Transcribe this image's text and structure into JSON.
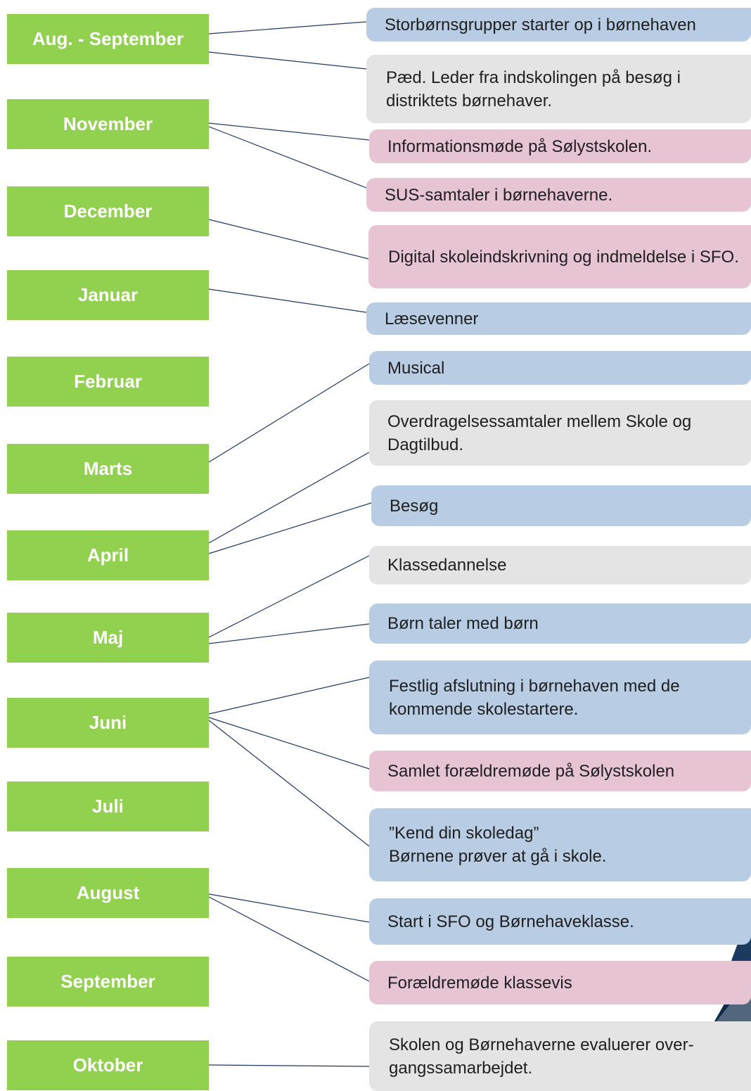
{
  "months": [
    {
      "id": "aug-sep",
      "label": "Aug. - September"
    },
    {
      "id": "november",
      "label": "November"
    },
    {
      "id": "december",
      "label": "December"
    },
    {
      "id": "januar",
      "label": "Januar"
    },
    {
      "id": "februar",
      "label": "Februar"
    },
    {
      "id": "marts",
      "label": "Marts"
    },
    {
      "id": "april",
      "label": "April"
    },
    {
      "id": "maj",
      "label": "Maj"
    },
    {
      "id": "juni",
      "label": "Juni"
    },
    {
      "id": "juli",
      "label": "Juli"
    },
    {
      "id": "august",
      "label": "August"
    },
    {
      "id": "september",
      "label": "September"
    },
    {
      "id": "oktober",
      "label": "Oktober"
    }
  ],
  "events": [
    {
      "id": "storboernsgrupper",
      "text": "Storbørnsgrupper starter op i børnehaven",
      "color": "#b8cce4"
    },
    {
      "id": "paed-leder",
      "text": "Pæd. Leder fra indskolingen på besøg i distriktets børnehaver.",
      "color": "#e4e4e4"
    },
    {
      "id": "informationsmoede",
      "text": "Informationsmøde på Sølystskolen.",
      "color": "#e6c4d3"
    },
    {
      "id": "sus-samtaler",
      "text": "SUS-samtaler i børnehaverne.",
      "color": "#e6c4d3"
    },
    {
      "id": "skoleindskrivning",
      "text": "Digital skoleindskrivning og indmeldelse i SFO.",
      "color": "#e6c4d3"
    },
    {
      "id": "laesevenner",
      "text": "Læsevenner",
      "color": "#b8cce4"
    },
    {
      "id": "musical",
      "text": "Musical",
      "color": "#b8cce4"
    },
    {
      "id": "overdragelse",
      "text": "Overdragelsessamtaler mellem Skole og Dagtilbud.",
      "color": "#e4e4e4"
    },
    {
      "id": "besoeg",
      "text": "Besøg",
      "color": "#b8cce4"
    },
    {
      "id": "klassedannelse",
      "text": "Klassedannelse",
      "color": "#e4e4e4"
    },
    {
      "id": "boern-taler",
      "text": "Børn taler med børn",
      "color": "#b8cce4"
    },
    {
      "id": "festlig-afslutning",
      "text": "Festlig afslutning i børnehaven med de kommende skolestartere.",
      "color": "#b8cce4"
    },
    {
      "id": "samlet-foraeldremoede",
      "text": "Samlet forældremøde på Sølystskolen",
      "color": "#e6c4d3"
    },
    {
      "id": "kend-din-skoledag",
      "text": "”Kend din skoledag”\nBørnene prøver at gå i skole.",
      "color": "#b8cce4"
    },
    {
      "id": "start-sfo",
      "text": "Start i SFO og Børnehaveklasse.",
      "color": "#b8cce4"
    },
    {
      "id": "foraeldremoede-klassevis",
      "text": "Forældremøde klassevis",
      "color": "#e6c4d3"
    },
    {
      "id": "evaluering",
      "text": "Skolen og Børnehaverne evaluerer over-gangssamarbejdet.",
      "color": "#e4e4e4"
    }
  ],
  "links": [
    [
      "aug-sep",
      "storboernsgrupper"
    ],
    [
      "aug-sep",
      "paed-leder"
    ],
    [
      "november",
      "informationsmoede"
    ],
    [
      "november",
      "sus-samtaler"
    ],
    [
      "december",
      "skoleindskrivning"
    ],
    [
      "januar",
      "laesevenner"
    ],
    [
      "marts",
      "musical"
    ],
    [
      "april",
      "overdragelse"
    ],
    [
      "april",
      "besoeg"
    ],
    [
      "maj",
      "klassedannelse"
    ],
    [
      "maj",
      "boern-taler"
    ],
    [
      "juni",
      "festlig-afslutning"
    ],
    [
      "juni",
      "samlet-foraeldremoede"
    ],
    [
      "juni",
      "kend-din-skoledag"
    ],
    [
      "august",
      "start-sfo"
    ],
    [
      "august",
      "foraeldremoede-klassevis"
    ],
    [
      "oktober",
      "evaluering"
    ]
  ]
}
